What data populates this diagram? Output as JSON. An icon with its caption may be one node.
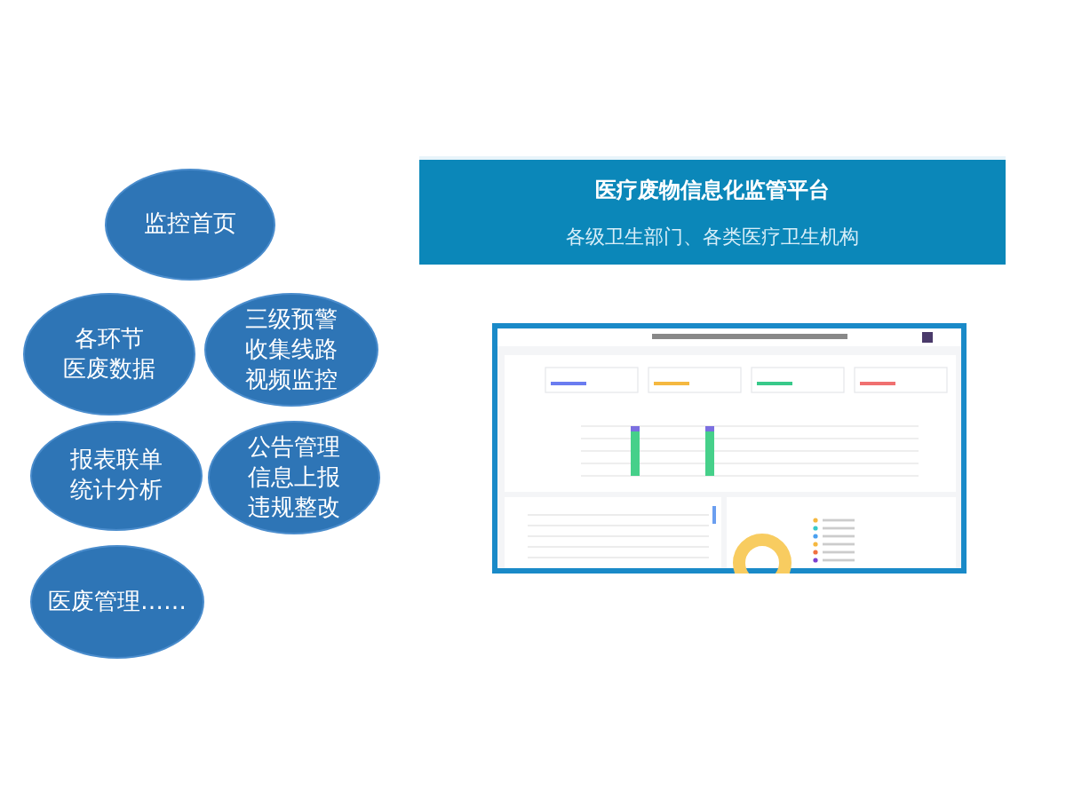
{
  "diagram": {
    "nodes": [
      {
        "text": [
          "监控首页"
        ]
      },
      {
        "text": [
          "各环节",
          "医废数据"
        ]
      },
      {
        "text": [
          "三级预警",
          "收集线路",
          "视频监控"
        ]
      },
      {
        "text": [
          "报表联单",
          "统计分析"
        ]
      },
      {
        "text": [
          "公告管理",
          "信息上报",
          "违规整改"
        ]
      },
      {
        "text": [
          "医废管理……"
        ]
      },
      {
        "text": [
          "医疗废物信息化监管平台",
          "各级卫生部门、各类医疗卫生机构"
        ]
      },
      {
        "text": [],
        "shape": "picture"
      }
    ]
  }
}
